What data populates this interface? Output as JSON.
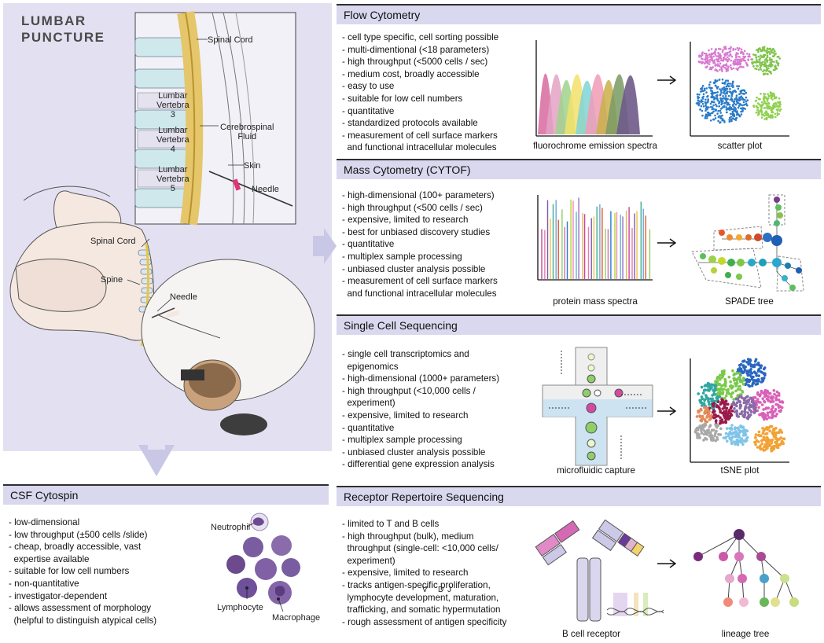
{
  "lumbar": {
    "title": "LUMBAR\nPUNCTURE",
    "labels": {
      "spinal_cord_top": "Spinal Cord",
      "vertebra3": "Lumbar\nVertebra\n3",
      "vertebra4": "Lumbar\nVertebra\n4",
      "vertebra5": "Lumbar\nVertebra\n5",
      "csf": "Cerebrospinal\nFluid",
      "skin": "Skin",
      "needle_top": "Needle",
      "spinal_cord_body": "Spinal Cord",
      "spine": "Spine",
      "needle_body": "Needle"
    }
  },
  "flow": {
    "title": "Flow Cytometry",
    "bullets": [
      "- cell type specific, cell sorting possible",
      "- multi-dimentional (<18 parameters)",
      "- high throughput (<5000 cells / sec)",
      "- medium cost, broadly accessible",
      "- easy to use",
      "- suitable for low cell numbers",
      "- quantitative",
      "- standardized protocols available",
      "- measurement of cell surface markers\n  and functional intracellular molecules"
    ],
    "caption_left": "fluorochrome emission spectra",
    "caption_right": "scatter plot"
  },
  "mass": {
    "title": "Mass Cytometry (CYTOF)",
    "bullets": [
      "- high-dimensional (100+ parameters)",
      "- high throughput (<500 cells / sec)",
      "- expensive, limited to research",
      "- best for unbiased discovery studies",
      "- quantitative",
      "- multiplex sample processing",
      "- unbiased cluster analysis possible",
      "- measurement of cell surface markers\n  and functional intracellular molecules"
    ],
    "caption_left": "protein mass spectra",
    "caption_right": "SPADE tree"
  },
  "scs": {
    "title": "Single Cell Sequencing",
    "bullets": [
      "- single cell transcriptomics and\n  epigenomics",
      "- high-dimensional (1000+ parameters)",
      "- high throughput (<10,000 cells /\n  experiment)",
      "- expensive, limited to research",
      "- quantitative",
      "- multiplex sample processing",
      "- unbiased cluster analysis possible",
      "- differential gene expression analysis"
    ],
    "caption_left": "microfluidic capture",
    "caption_right": "tSNE plot"
  },
  "rrs": {
    "title": "Receptor Repertoire Sequencing",
    "bullets": [
      "- limited to T and B cells",
      "- high throughput (bulk), medium\n  throughput (single-cell: <10,000 cells/\n  experiment)",
      "- expensive, limited to research",
      "- tracks antigen-specific proliferation,\n  lymphocyte development, maturation,\n  trafficking, and somatic hypermutation",
      "- rough assessment of antigen specificity"
    ],
    "gene_v": "V",
    "gene_d": "D",
    "gene_j": "J",
    "caption_left": "B cell receptor",
    "caption_right": "lineage tree"
  },
  "csf": {
    "title": "CSF Cytospin",
    "bullets": [
      "- low-dimensional",
      "- low throughput (±500 cells /slide)",
      "- cheap, broadly accessible, vast\n  expertise available",
      "- suitable for low cell numbers",
      "- non-quantitative",
      "- investigator-dependent",
      "- allows assessment of morphology\n  (helpful to distinguish atypical cells)"
    ],
    "label_neutrophil": "Neutrophil",
    "label_lymphocyte": "Lymphocyte",
    "label_macrophage": "Macrophage"
  }
}
